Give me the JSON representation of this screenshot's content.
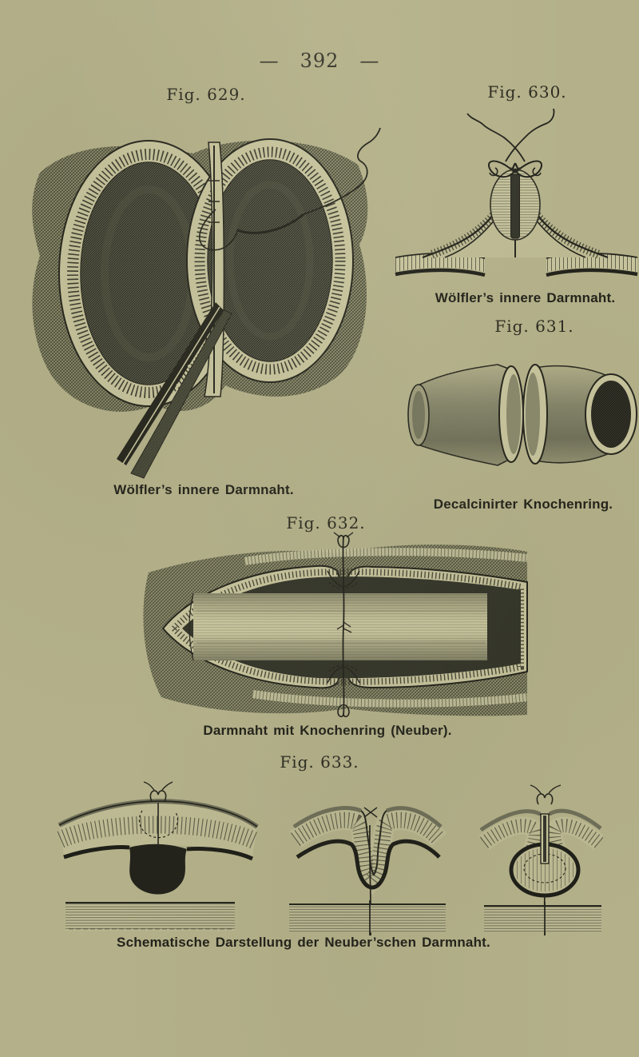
{
  "page": {
    "number": "392",
    "dash_left": "—",
    "dash_right": "—"
  },
  "figures": [
    {
      "id": "fig629",
      "label": "Fig. 629.",
      "caption": "Wölfler’s innere Darmnaht."
    },
    {
      "id": "fig630",
      "label": "Fig. 630.",
      "caption": "Wölfler’s innere Darmnaht."
    },
    {
      "id": "fig631",
      "label": "Fig. 631.",
      "caption": "Decalcinirter Knochenring."
    },
    {
      "id": "fig632",
      "label": "Fig. 632.",
      "caption": "Darmnaht mit Knochenring (Neuber)."
    },
    {
      "id": "fig633",
      "label": "Fig. 633.",
      "caption": "Schematische Darstellung der Neuber’schen Darmnaht."
    }
  ],
  "colors": {
    "paper": "#b4b18a",
    "paper2": "#bdba93",
    "pale": "#c7c49d",
    "ink": "#26261e",
    "dark": "#35362b",
    "mid": "#90906f",
    "shade": "#6f6f59"
  }
}
